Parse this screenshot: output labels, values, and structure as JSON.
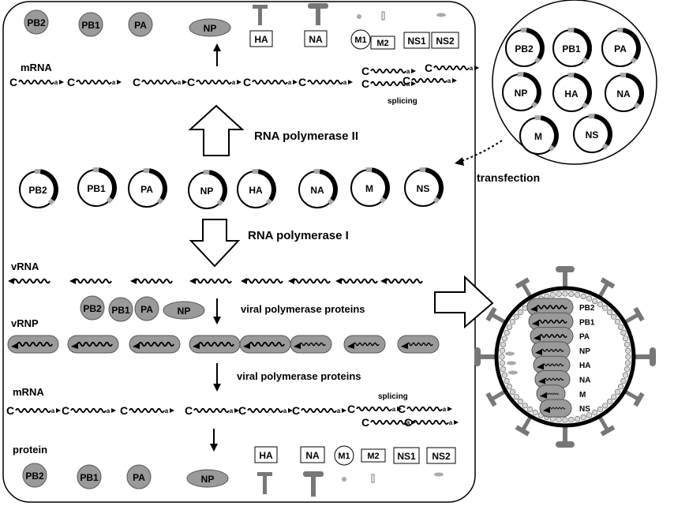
{
  "segments": [
    "PB2",
    "PB1",
    "PA",
    "NP",
    "HA",
    "NA",
    "M",
    "NS"
  ],
  "labels": {
    "mrna": "mRNA",
    "rna_pol_2": "RNA polymerase II",
    "rna_pol_1": "RNA polymerase I",
    "vrna": "vRNA",
    "vrnp": "vRNP",
    "viral_polymerase_proteins": "viral polymerase proteins",
    "splicing": "splicing",
    "protein": "protein",
    "transfection": "transfection"
  },
  "proteins": {
    "pb2": "PB2",
    "pb1": "PB1",
    "pa": "PA",
    "np": "NP",
    "ha": "HA",
    "na": "NA",
    "m1": "M1",
    "m2": "M2",
    "ns1": "NS1",
    "ns2": "NS2"
  },
  "rna_ends": {
    "cap": "C",
    "tail": "a"
  },
  "colors": {
    "protein_fill": "#9a9a9a",
    "plasmid_marker": "#a8a8a8",
    "ink": "#000000",
    "stalk": "#777777"
  }
}
